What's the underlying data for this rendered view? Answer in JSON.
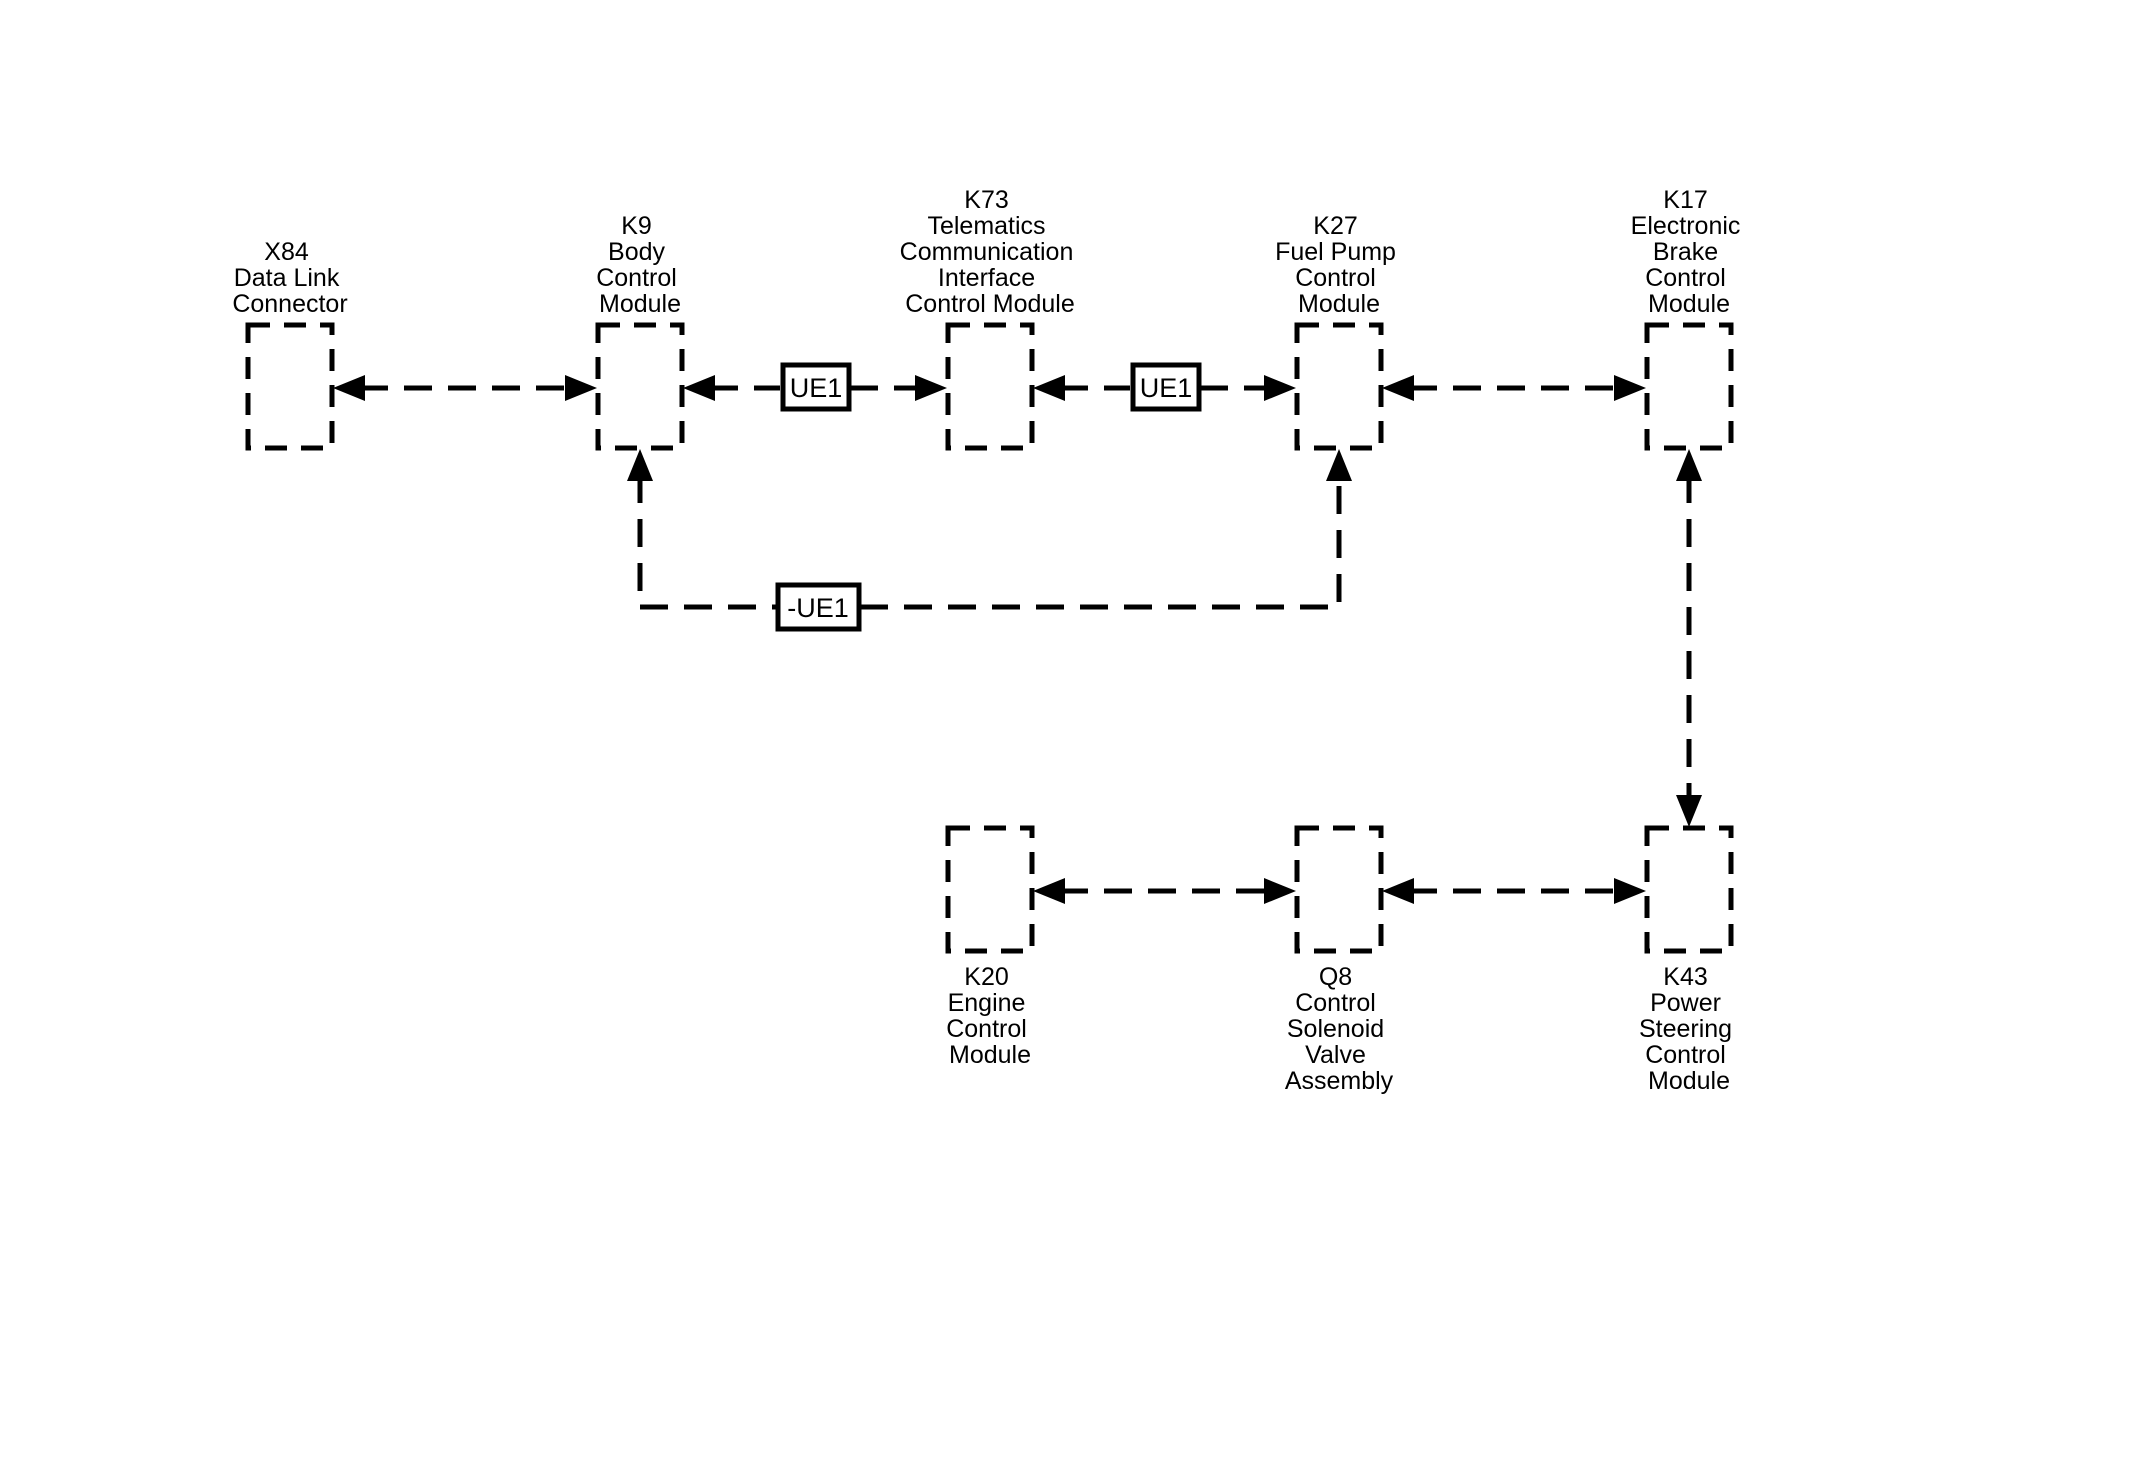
{
  "modules": {
    "x84": {
      "label": [
        "X84",
        "Data Link",
        "Connector"
      ]
    },
    "k9": {
      "label": [
        "K9",
        "Body",
        "Control",
        "Module"
      ]
    },
    "k73": {
      "label": [
        "K73",
        "Telematics",
        "Communication",
        "Interface",
        "Control Module"
      ]
    },
    "k27": {
      "label": [
        "K27",
        "Fuel Pump",
        "Control",
        "Module"
      ]
    },
    "k17": {
      "label": [
        "K17",
        "Electronic",
        "Brake",
        "Control",
        "Module"
      ]
    },
    "k20": {
      "label": [
        "K20",
        "Engine",
        "Control",
        "Module"
      ]
    },
    "q8": {
      "label": [
        "Q8",
        "Control",
        "Solenoid",
        "Valve",
        "Assembly"
      ]
    },
    "k43": {
      "label": [
        "K43",
        "Power",
        "Steering",
        "Control",
        "Module"
      ]
    }
  },
  "options": {
    "k9_k73": "UE1",
    "k73_k27": "UE1",
    "k9_k27_bypass": "-UE1"
  },
  "connections": [
    [
      "X84",
      "K9"
    ],
    [
      "K9",
      "K73"
    ],
    [
      "K73",
      "K27"
    ],
    [
      "K27",
      "K17"
    ],
    [
      "K9",
      "K27"
    ],
    [
      "K17",
      "K43"
    ],
    [
      "K20",
      "Q8"
    ],
    [
      "Q8",
      "K43"
    ]
  ]
}
